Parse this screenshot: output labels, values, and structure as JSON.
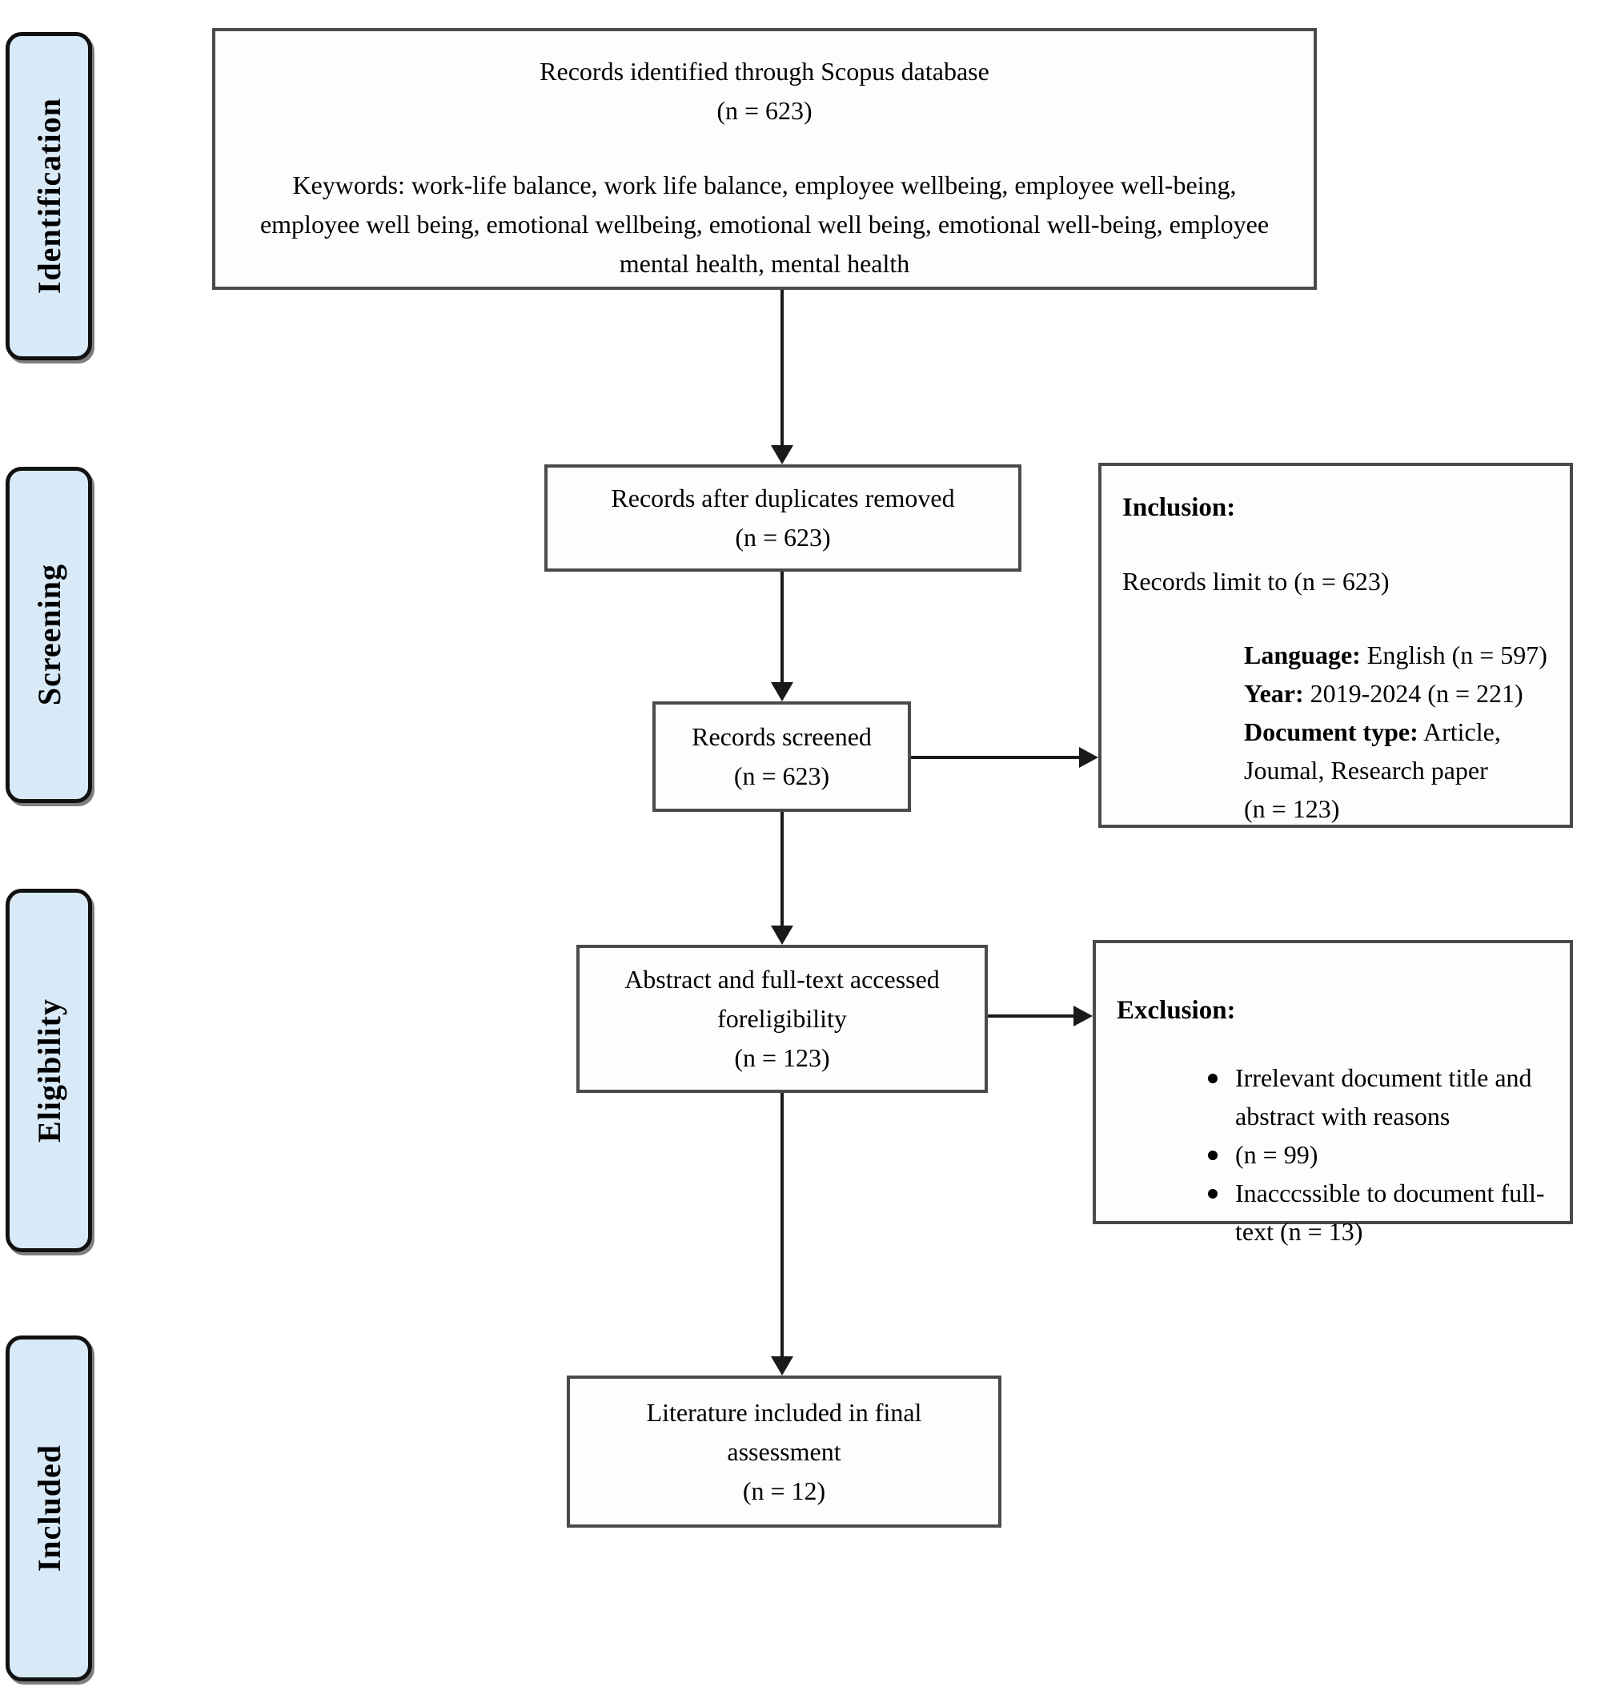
{
  "stages": [
    {
      "label": "Identification"
    },
    {
      "label": "Screening"
    },
    {
      "label": "Eligibility"
    },
    {
      "label": "Included"
    }
  ],
  "boxes": {
    "identified": {
      "line1": "Records identified through Scopus database",
      "line2": "(n = 623)",
      "keywords": "Keywords: work-life balance, work life balance, employee wellbeing, employee well-being, employee well being, emotional wellbeing, emotional well being, emotional well-being, employee mental health, mental health"
    },
    "duplicates": {
      "line1": "Records after duplicates removed",
      "line2": "(n = 623)"
    },
    "screened": {
      "line1": "Records screened",
      "line2": "(n = 623)"
    },
    "eligibility": {
      "line1": "Abstract and full-text accessed",
      "line2": "foreligibility",
      "line3": "(n = 123)"
    },
    "final": {
      "line1": "Literature included in final",
      "line2": "assessment",
      "line3": "(n = 12)"
    },
    "inclusion": {
      "title": "Inclusion:",
      "intro": "Records limit to (n = 623)",
      "criteria": [
        {
          "label": "Language:",
          "value": " English (n = 597)"
        },
        {
          "label": "Year:",
          "value": " 2019-2024 (n = 221)"
        },
        {
          "label": "Document type:",
          "value": " Article,"
        },
        {
          "label": "",
          "value": "Joumal, Research paper"
        },
        {
          "label": "",
          "value": "(n = 123)"
        }
      ]
    },
    "exclusion": {
      "title": "Exclusion:",
      "bullets": [
        "Irrelevant document title and abstract with reasons",
        " (n = 99)",
        "Inacccssible to document full-text (n = 13)"
      ]
    }
  },
  "colors": {
    "stage_fill": "#d8e9f7",
    "stage_border": "#111111",
    "box_border": "#4a4a4a",
    "arrow": "#1a1a1a",
    "text": "#000000",
    "background": "#ffffff"
  }
}
